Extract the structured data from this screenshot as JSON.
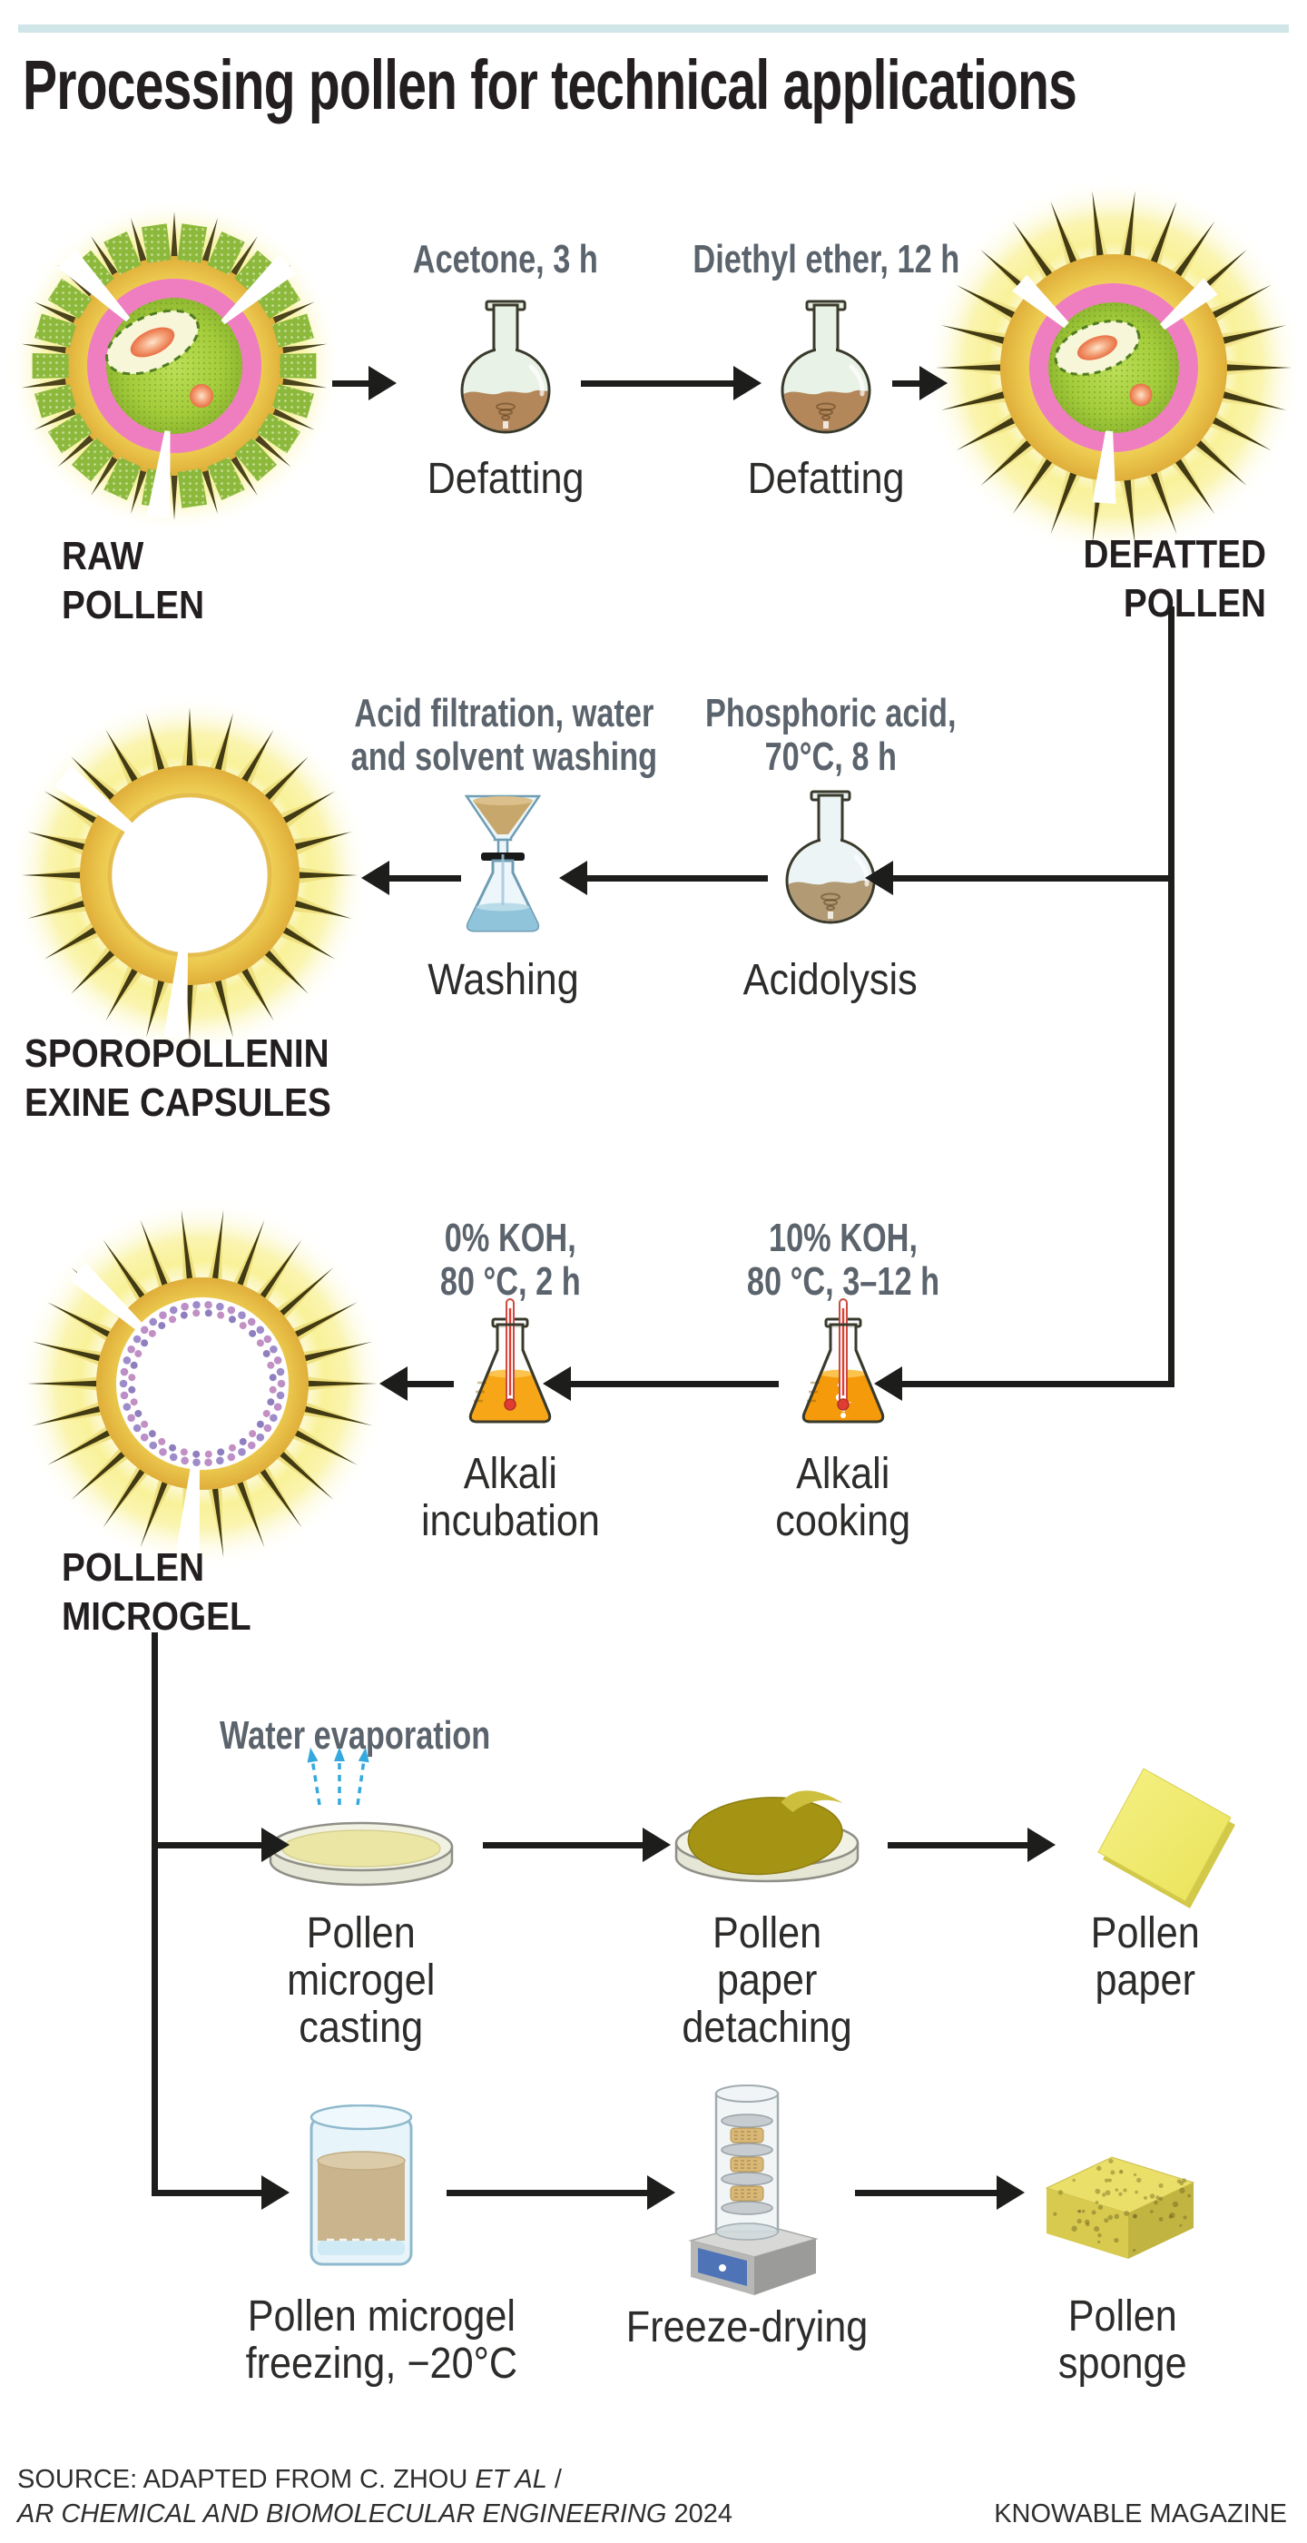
{
  "title": "Processing pollen for technical applications",
  "stages": {
    "raw": {
      "line1": "RAW",
      "line2": "POLLEN"
    },
    "defatted": {
      "line1": "DEFATTED",
      "line2": "POLLEN"
    },
    "spore": {
      "line1": "SPOROPOLLENIN",
      "line2": "EXINE CAPSULES"
    },
    "microgel": {
      "line1": "POLLEN",
      "line2": "MICROGEL"
    }
  },
  "steps": {
    "defat1": {
      "param": "Acetone, 3 h",
      "label": "Defatting"
    },
    "defat2": {
      "param": "Diethyl ether, 12 h",
      "label": "Defatting"
    },
    "washing": {
      "param1": "Acid filtration, water",
      "param2": "and solvent washing",
      "label": "Washing"
    },
    "acidolysis": {
      "param1": "Phosphoric acid,",
      "param2": "70°C, 8 h",
      "label": "Acidolysis"
    },
    "incubation": {
      "param1": "0% KOH,",
      "param2": "80 °C, 2 h",
      "label1": "Alkali",
      "label2": "incubation"
    },
    "cooking": {
      "param1": "10% KOH,",
      "param2": "80 °C, 3–12 h",
      "label1": "Alkali",
      "label2": "cooking"
    },
    "evaporation": {
      "param": "Water evaporation"
    },
    "casting": {
      "label1": "Pollen",
      "label2": "microgel",
      "label3": "casting"
    },
    "detaching": {
      "label1": "Pollen",
      "label2": "paper",
      "label3": "detaching"
    },
    "paper": {
      "label1": "Pollen",
      "label2": "paper"
    },
    "freezing": {
      "label1": "Pollen microgel",
      "label2": "freezing, −20°C"
    },
    "freeze_drying": {
      "label": "Freeze-drying"
    },
    "sponge": {
      "label1": "Pollen",
      "label2": "sponge"
    }
  },
  "footer": {
    "source_prefix": "SOURCE: ADAPTED FROM C. ZHOU ",
    "source_etal": "ET AL",
    "source_slash": " /",
    "journal": "AR CHEMICAL AND BIOMOLECULAR ENGINEERING",
    "year": " 2024",
    "credit": "KNOWABLE MAGAZINE"
  },
  "colors": {
    "topbar": "#cfe5e7",
    "arrow": "#1d1d1b",
    "glow": "#f7ee78",
    "gold": "#ecc94e",
    "pink": "#ef7ec1",
    "green": "#a4cc3a",
    "wedge": "#8cb93c",
    "spike": "#413a12",
    "cream": "#f8f6d8",
    "salmon": "#ef8a5f",
    "purple": "#9d8cc9",
    "orange": "#f7a617",
    "cyan": "#35a9dd"
  }
}
